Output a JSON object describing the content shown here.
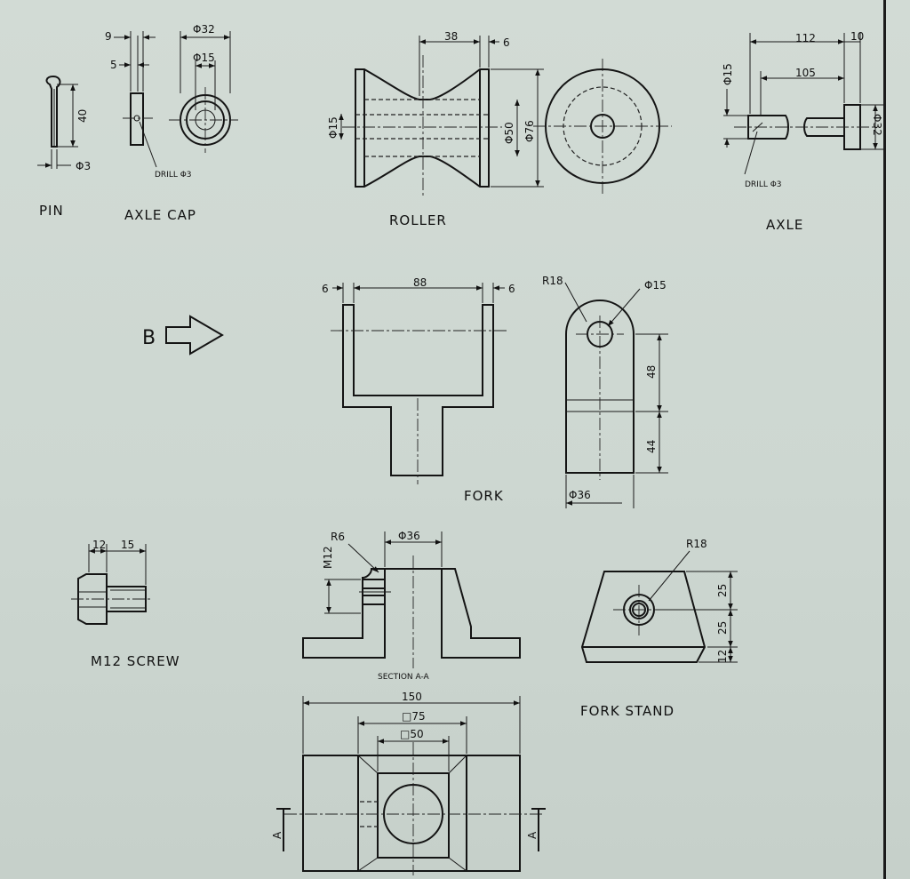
{
  "titles": {
    "pin": "PIN",
    "axle_cap": "AXLE CAP",
    "roller": "ROLLER",
    "axle": "AXLE",
    "fork": "FORK",
    "m12_screw": "M12 SCREW",
    "section": "SECTION A-A",
    "fork_stand": "FORK STAND"
  },
  "view_marker": "B",
  "section_marker": "A",
  "notes": {
    "drill_cap": "DRILL Φ3",
    "drill_axle": "DRILL Φ3"
  },
  "dims": {
    "pin_len": "40",
    "pin_dia": "Φ3",
    "cap_9": "9",
    "cap_5": "5",
    "cap_32": "Φ32",
    "cap_15": "Φ15",
    "roller_38": "38",
    "roller_6": "6",
    "roller_15": "Φ15",
    "roller_50": "Φ50",
    "roller_76": "Φ76",
    "axle_112": "112",
    "axle_10": "10",
    "axle_105": "105",
    "axle_15": "Φ15",
    "axle_32": "Φ32",
    "fork_6a": "6",
    "fork_88": "88",
    "fork_6b": "6",
    "fork_r18": "R18",
    "fork_15": "Φ15",
    "fork_48": "48",
    "fork_44": "44",
    "fork_36": "Φ36",
    "screw_12": "12",
    "screw_15": "15",
    "sec_r6": "R6",
    "sec_36": "Φ36",
    "sec_m12": "M12",
    "stand_r18": "R18",
    "stand_25a": "25",
    "stand_25b": "25",
    "stand_12": "12",
    "plan_150": "150",
    "plan_75": "□75",
    "plan_50": "□50"
  }
}
